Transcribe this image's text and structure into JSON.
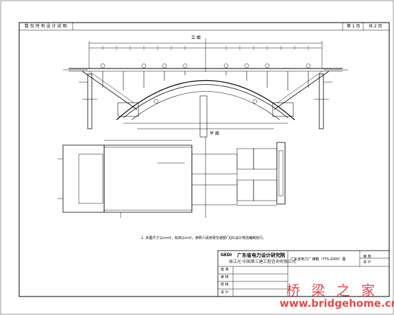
{
  "header": {
    "left_text": "数 仅 所 有   设 计 说 明",
    "page_current": "第 1 页",
    "page_total": "共 2 页"
  },
  "drawing": {
    "elevation_label": "立 面",
    "plan_label": "平 面",
    "note": "1. 本图尺寸以cm计，标高以m计，参照人民桥梁交通部门(J5)设计规范编制执行。"
  },
  "title_block": {
    "logo": "GEDI",
    "institute_line1": "广东省电力设计研究院",
    "institute_line2": "珠江光·中国第三建工程咨询有限公司",
    "project": "广东省电力厂  横截（YTS-2000）图",
    "verify_label": "审 核",
    "design_label": "设 计",
    "rows": [
      "批 准",
      "审 核",
      "校 核",
      "设 计"
    ]
  },
  "watermark": {
    "site_name_cn": "桥 梁 之 家",
    "site_url": "www.bridgehome.cn"
  }
}
